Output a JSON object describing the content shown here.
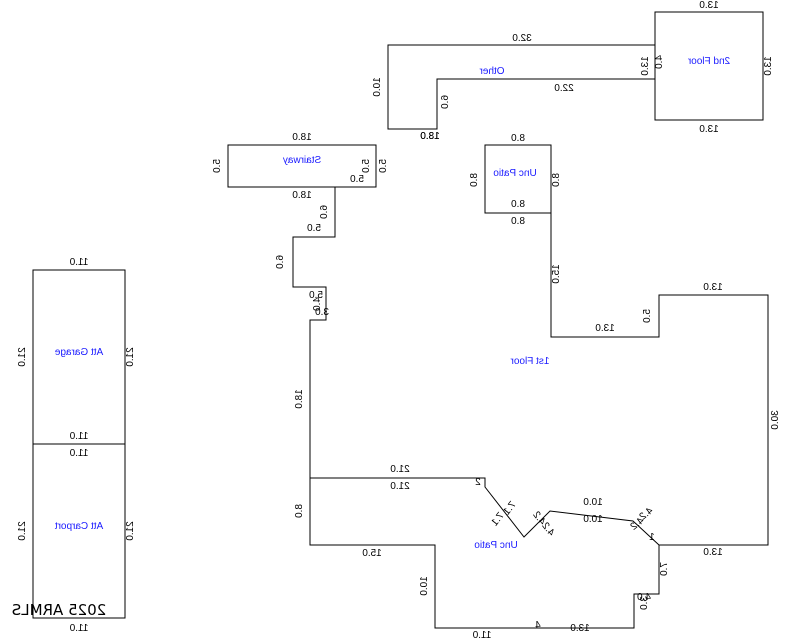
{
  "areas": {
    "second_floor": "2nd Floor",
    "other": "Other",
    "stairway": "Stairway",
    "unc_patio_top": "Unc Patio",
    "first_floor": "1st Floor",
    "att_garage": "Att Garage",
    "att_carport": "Att Carport",
    "unc_patio_bottom": "Unc Patio"
  },
  "dimensions": {
    "second_top": "13.0",
    "second_bottom": "13.0",
    "second_left_a": "13.0",
    "second_left_b": "4.0",
    "second_right": "13.0",
    "other_top": "32.0",
    "other_inner": "22.0",
    "other_left": "10.0",
    "other_step": "6.0",
    "other_bottom": "13.0",
    "other_bottom_b": "18.0",
    "stair_top": "18.0",
    "stair_bottom": "18.0",
    "stair_left": "5.0",
    "stair_right": "5.0",
    "stair_inner": "5.0",
    "stair_inner_side": "5.0",
    "patio_top": "8.0",
    "patio_bottom_a": "8.0",
    "patio_bottom_b": "8.0",
    "patio_left": "8.0",
    "patio_right": "8.0",
    "ff_right_upper": "15.0",
    "ff_notch_h": "13.0",
    "ff_notch_v": "5.0",
    "ff_top_right": "13.0",
    "ff_right": "30.0",
    "ff_left_step": "6.0",
    "ff_step_a": "5.0",
    "ff_step_b": "5.0",
    "ff_step_c": "3.0",
    "ff_step_d": "4.0",
    "ff_left": "18.0",
    "ff_inner_left": "8.0",
    "ff_bottom_left": "15.0",
    "ff_bottom_v": "10.0",
    "ff_bottom": "11.0",
    "ff_bottom_b": "13.0",
    "ff_bottom_c": "4",
    "ff_step_r1": "3.0",
    "ff_step_r2": "4.0",
    "ff_right_low": "7.0",
    "ff_bot_right": "13.0",
    "ff_small": "1",
    "patio2_top": "21.0",
    "patio2_top_b": "21.0",
    "patio2_diag_a": "7.1",
    "patio2_diag_b": "7.1",
    "patio2_a": "4.2",
    "patio2_b": "4.2",
    "patio2_c": "4.2",
    "patio2_d": "4.2",
    "patio2_e": "2",
    "patio2_f": "2",
    "patio2_mid_a": "10.0",
    "patio2_mid_b": "10.0",
    "garage_top": "11.0",
    "garage_bottom": "11.0",
    "garage_left": "21.0",
    "garage_right": "21.0",
    "carport_top": "11.0",
    "carport_bottom": "11.0",
    "carport_left": "21.0",
    "carport_right": "21.0"
  },
  "watermark": "2025 ARMLS"
}
